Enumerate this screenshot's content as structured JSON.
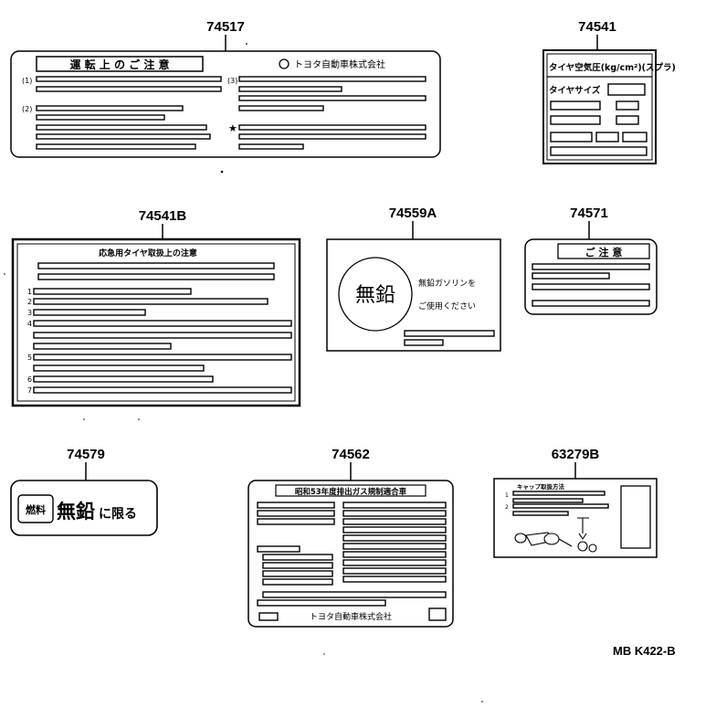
{
  "labels": [
    {
      "part_number": "74517",
      "text_lines": [
        "運 転 上 の ご 注 意",
        "トヨタ自動車株式会社",
        "(1)",
        "(2)",
        "(3)",
        "★"
      ]
    },
    {
      "part_number": "74541",
      "text_lines": [
        "タイヤ空気圧(kg/cm²)(スプラ)",
        "タイヤサイズ"
      ]
    },
    {
      "part_number": "74541B",
      "text_lines": [
        "応急用タイヤ取扱上の注意",
        "1",
        "2",
        "3",
        "4",
        "5",
        "6",
        "7"
      ]
    },
    {
      "part_number": "74559A",
      "text_lines": [
        "無鉛",
        "無鉛ガソリンを",
        "ご使用ください"
      ]
    },
    {
      "part_number": "74571",
      "text_lines": [
        "ご 注 意"
      ]
    },
    {
      "part_number": "74579",
      "text_lines": [
        "燃料",
        "無鉛",
        "に限る"
      ]
    },
    {
      "part_number": "74562",
      "text_lines": [
        "昭和53年度排出ガス規制適合車",
        "トヨタ自動車株式会社"
      ]
    },
    {
      "part_number": "63279B",
      "text_lines": [
        "キャップ取扱方法",
        "1",
        "2"
      ]
    }
  ],
  "footer": {
    "code": "MB  K422-B"
  }
}
